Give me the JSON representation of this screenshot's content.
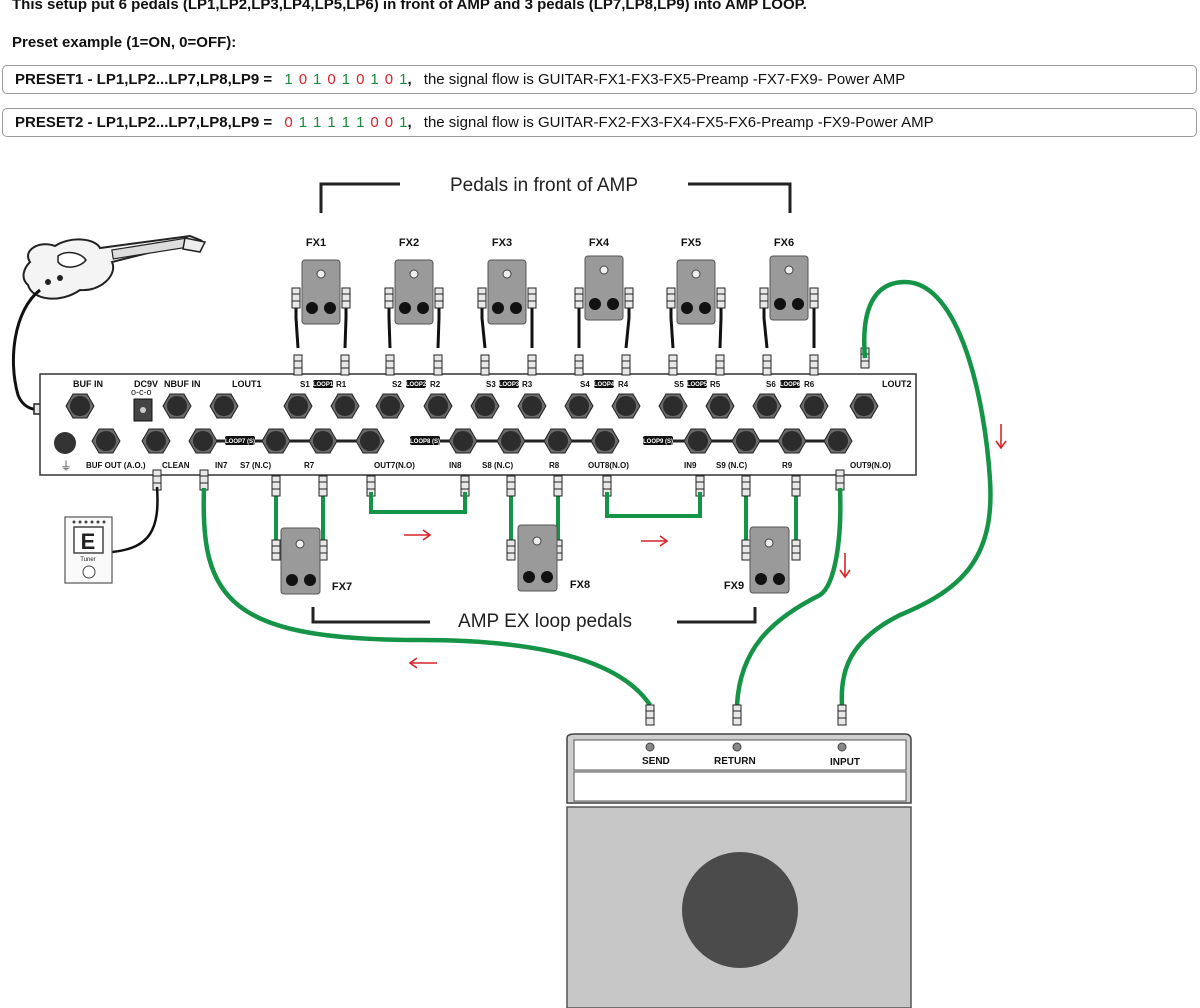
{
  "header": {
    "headline": "This setup put 6 pedals (LP1,LP2,LP3,LP4,LP5,LP6) in front of AMP and 3 pedals (LP7,LP8,LP9) into AMP LOOP.",
    "preset_label": "Preset example (1=ON, 0=OFF):"
  },
  "presets": [
    {
      "name": "PRESET1 - LP1,LP2...LP7,LP8,LP9 =",
      "bits": [
        "1",
        "0",
        "1",
        "0",
        "1",
        "0",
        "1",
        "0",
        "1"
      ],
      "flow": "the signal flow is GUITAR-FX1-FX3-FX5-Preamp -FX7-FX9- Power AMP"
    },
    {
      "name": "PRESET2 - LP1,LP2...LP7,LP8,LP9 =",
      "bits": [
        "0",
        "1",
        "1",
        "1",
        "1",
        "1",
        "0",
        "0",
        "1"
      ],
      "flow": "the signal flow is GUITAR-FX2-FX3-FX4-FX5-FX6-Preamp -FX9-Power AMP"
    }
  ],
  "colors": {
    "bit_on": "#1d8a3b",
    "bit_off": "#d8242a",
    "cable_green": "#159447",
    "arrow_red": "#d8242a"
  },
  "diagram": {
    "front_title": "Pedals in front of AMP",
    "loop_title": "AMP EX loop pedals",
    "front_pedals": [
      "FX1",
      "FX2",
      "FX3",
      "FX4",
      "FX5",
      "FX6"
    ],
    "loop_pedals": [
      "FX7",
      "FX8",
      "FX9"
    ],
    "switcher_top_labels": {
      "buf_in": "BUF IN",
      "dc9v": "DC9V",
      "nbuf_in": "NBUF IN",
      "lout1": "LOUT1",
      "lout2": "LOUT2"
    },
    "loop_pair_labels": [
      {
        "s": "S1",
        "loop": "LOOP1",
        "r": "R1"
      },
      {
        "s": "S2",
        "loop": "LOOP2",
        "r": "R2"
      },
      {
        "s": "S3",
        "loop": "LOOP3",
        "r": "R3"
      },
      {
        "s": "S4",
        "loop": "LOOP4",
        "r": "R4"
      },
      {
        "s": "S5",
        "loop": "LOOP5",
        "r": "R5"
      },
      {
        "s": "S6",
        "loop": "LOOP6",
        "r": "R6"
      }
    ],
    "switcher_bottom_labels": {
      "buf_out": "BUF OUT (A.O.)",
      "clean": "CLEAN",
      "in7": "IN7",
      "s7": "S7 (N.C)",
      "r7": "R7",
      "out7": "OUT7(N.O)",
      "in8": "IN8",
      "s8": "S8 (N.C)",
      "r8": "R8",
      "out8": "OUT8(N.O)",
      "in9": "IN9",
      "s9": "S9 (N.C)",
      "r9": "R9",
      "out9": "OUT9(N.O)"
    },
    "loop_tags": [
      "LOOP7 (S)",
      "LOOP8 (S)",
      "LOOP9 (S)"
    ],
    "tuner_label": "Tuner",
    "tuner_digit": "E",
    "amp_labels": [
      "SEND",
      "RETURN",
      "INPUT"
    ]
  }
}
